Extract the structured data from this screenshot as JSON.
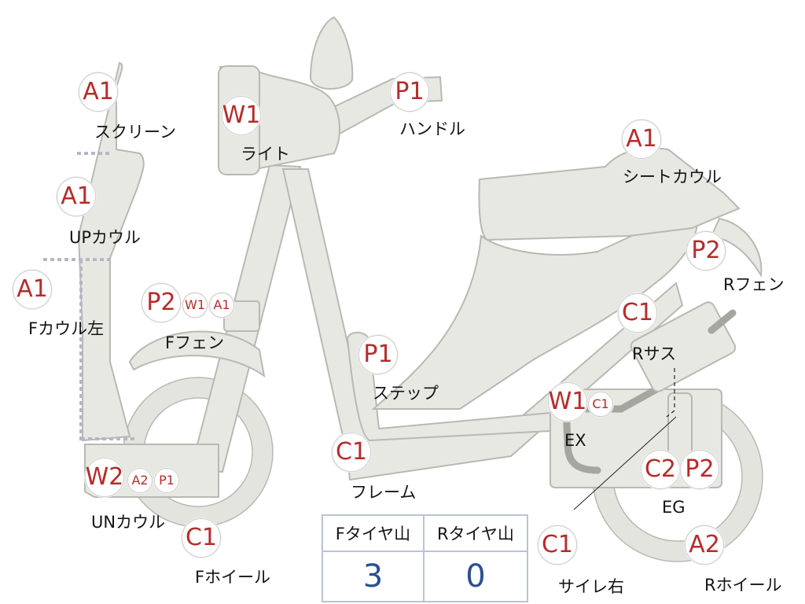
{
  "parts": [
    {
      "id": "screen",
      "code": "A1",
      "name": "スクリーン"
    },
    {
      "id": "up-cowl",
      "code": "A1",
      "name": "UPカウル"
    },
    {
      "id": "f-cowl-l",
      "code": "A1",
      "name": "Fカウル左"
    },
    {
      "id": "light",
      "code": "W1",
      "name": "ライト"
    },
    {
      "id": "handle",
      "code": "P1",
      "name": "ハンドル"
    },
    {
      "id": "seat-cowl",
      "code": "A1",
      "name": "シートカウル"
    },
    {
      "id": "r-fender",
      "code": "P2",
      "name": "Rフェン"
    },
    {
      "id": "f-fender",
      "codes": [
        "P2",
        "W1",
        "A1"
      ],
      "name": "Fフェン"
    },
    {
      "id": "step",
      "code": "P1",
      "name": "ステップ"
    },
    {
      "id": "r-sus",
      "code": "C1",
      "name": "Rサス"
    },
    {
      "id": "ex",
      "codes": [
        "W1",
        "C1"
      ],
      "name": "EX"
    },
    {
      "id": "un-cowl",
      "codes": [
        "W2",
        "A2",
        "P1"
      ],
      "name": "UNカウル"
    },
    {
      "id": "frame",
      "code": "C1",
      "name": "フレーム"
    },
    {
      "id": "eg",
      "codes": [
        "C2",
        "P2"
      ],
      "name": "EG"
    },
    {
      "id": "f-wheel",
      "code": "C1",
      "name": "Fホイール"
    },
    {
      "id": "muffler-r",
      "code": "C1",
      "name": "サイレ右"
    },
    {
      "id": "r-wheel",
      "code": "A2",
      "name": "Rホイール"
    }
  ],
  "tread": {
    "front_label": "Fタイヤ山",
    "rear_label": "Rタイヤ山",
    "front_value": "3",
    "rear_value": "0"
  },
  "colors": {
    "code_text": "#b52c2a",
    "tread_value": "#2a4f93",
    "part_fill": "#e8e8e3"
  }
}
